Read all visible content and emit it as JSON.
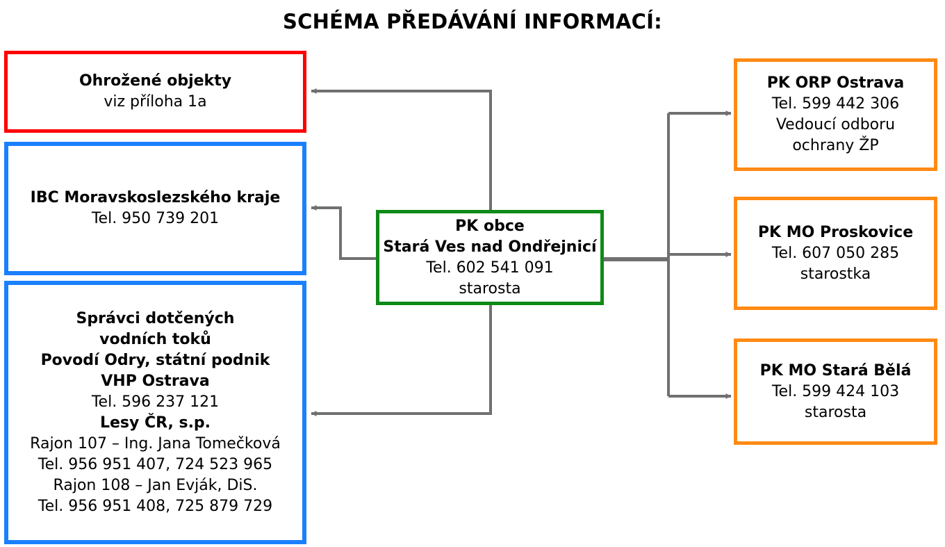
{
  "title": "SCHÉMA PŘEDÁVÁNÍ INFORMACÍ:",
  "colors": {
    "red": "#ff0000",
    "blue": "#1a80ff",
    "green": "#0f8a17",
    "orange": "#ff8a14",
    "connector": "#707070"
  },
  "center": {
    "lines": [
      {
        "text": "PK obce",
        "bold": true
      },
      {
        "text": "Stará Ves nad Ondřejnicí",
        "bold": true
      },
      {
        "text": "Tel. 602 541 091",
        "bold": false
      },
      {
        "text": "starosta",
        "bold": false
      }
    ]
  },
  "left_boxes": [
    {
      "lines": [
        {
          "text": "Ohrožené objekty",
          "bold": true
        },
        {
          "text": "viz příloha 1a",
          "bold": false
        }
      ]
    },
    {
      "lines": [
        {
          "text": "IBC Moravskoslezského kraje",
          "bold": true
        },
        {
          "text": "Tel. 950 739 201",
          "bold": false
        }
      ]
    },
    {
      "lines": [
        {
          "text": "Správci dotčených",
          "bold": true
        },
        {
          "text": "vodních toků",
          "bold": true
        },
        {
          "text": "Povodí Odry, státní podnik",
          "bold": true
        },
        {
          "text": "VHP Ostrava",
          "bold": true
        },
        {
          "text": "Tel. 596 237 121",
          "bold": false
        },
        {
          "text": "Lesy ČR, s.p.",
          "bold": true
        },
        {
          "text": "Rajon 107 – Ing. Jana Tomečková",
          "bold": false
        },
        {
          "text": "Tel. 956 951 407, 724 523 965",
          "bold": false
        },
        {
          "text": "Rajon 108 – Jan Evják, DiS.",
          "bold": false
        },
        {
          "text": "Tel. 956 951 408, 725 879 729",
          "bold": false
        }
      ]
    }
  ],
  "right_boxes": [
    {
      "lines": [
        {
          "text": "PK ORP Ostrava",
          "bold": true
        },
        {
          "text": "Tel. 599 442 306",
          "bold": false
        },
        {
          "text": "Vedoucí odboru",
          "bold": false
        },
        {
          "text": "ochrany ŽP",
          "bold": false
        }
      ]
    },
    {
      "lines": [
        {
          "text": "PK MO Proskovice",
          "bold": true
        },
        {
          "text": "Tel. 607 050 285",
          "bold": false
        },
        {
          "text": "starostka",
          "bold": false
        }
      ]
    },
    {
      "lines": [
        {
          "text": "PK MO Stará Bělá",
          "bold": true
        },
        {
          "text": "Tel. 599 424 103",
          "bold": false
        },
        {
          "text": "starosta",
          "bold": false
        }
      ]
    }
  ]
}
